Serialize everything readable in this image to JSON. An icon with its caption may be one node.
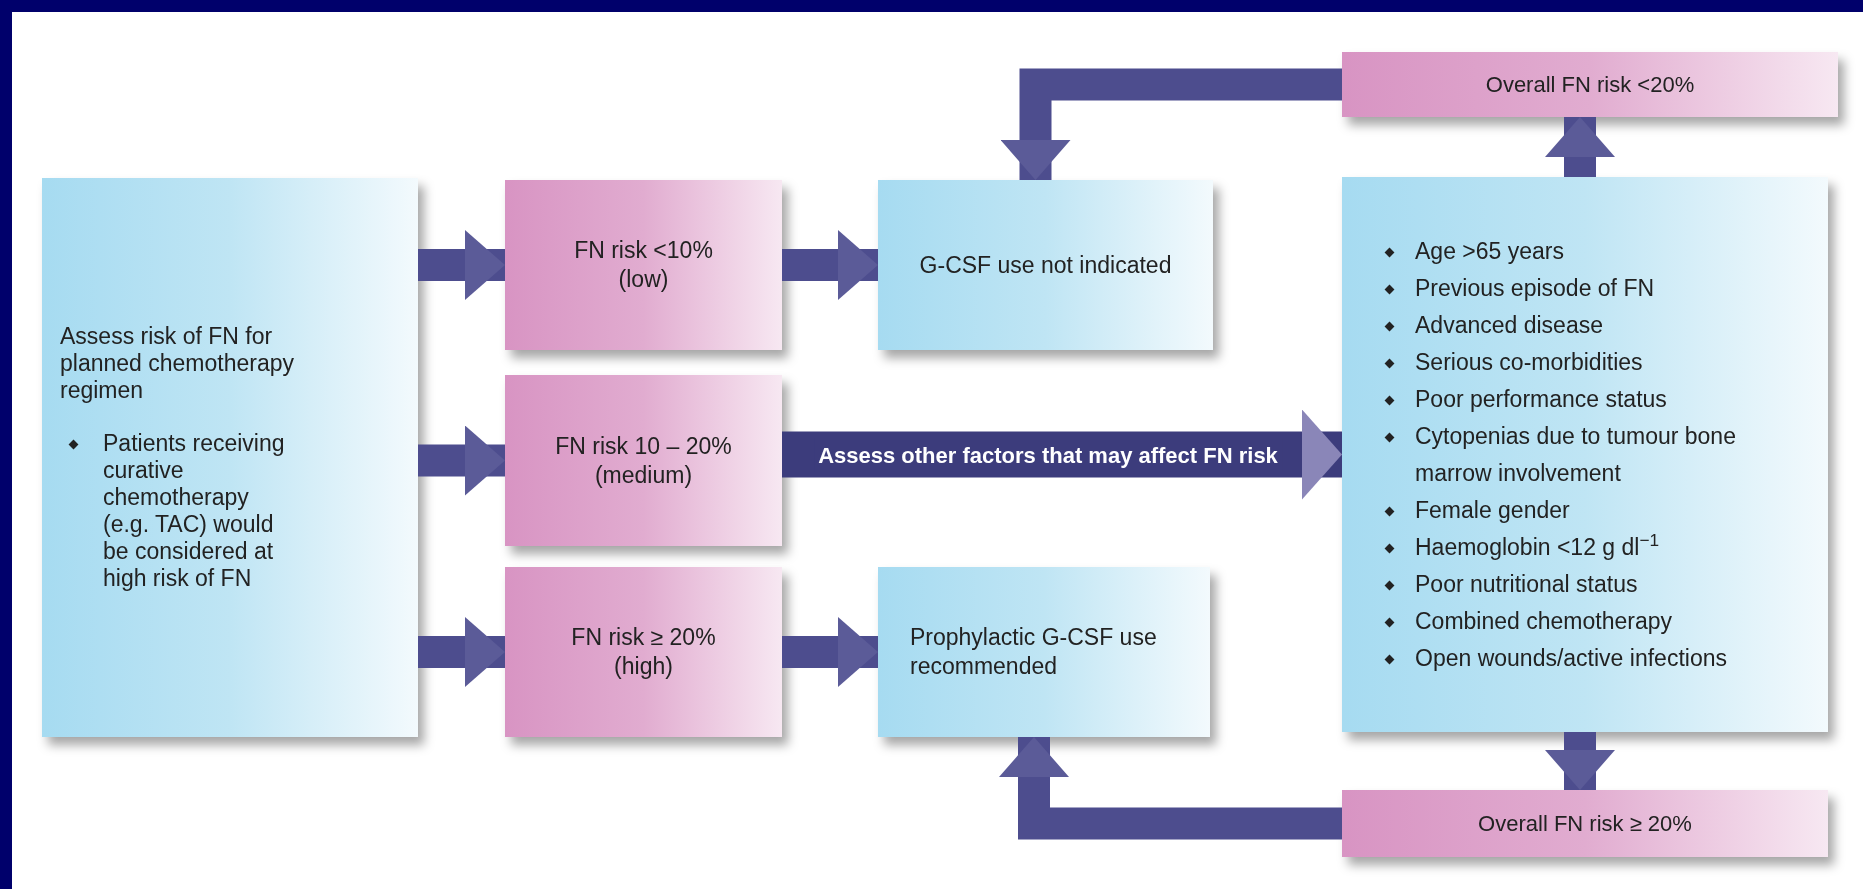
{
  "diagram": {
    "nodes": [
      {
        "text": [
          "Assess risk of FN for planned chemotherapy regimen",
          "Patients receiving curative chemotherapy (e.g. TAC) would be considered at high risk of FN"
        ]
      },
      {
        "text": [
          "FN risk <10%",
          "(low)"
        ]
      },
      {
        "text": [
          "FN risk 10 – 20%",
          "(medium)"
        ]
      },
      {
        "text": [
          "FN risk ≥ 20%",
          "(high)"
        ]
      },
      {
        "text": [
          "G-CSF use not indicated"
        ]
      },
      {
        "text": [
          "Prophylactic G-CSF use recommended"
        ]
      },
      {
        "text": [
          "Age >65 years",
          "Previous episode of FN",
          "Advanced disease",
          "Serious co-morbidities",
          "Poor performance status",
          "Cytopenias due to tumour bone marrow involvement",
          "Female gender",
          "Haemoglobin <12 g dl$^{−1}$",
          "Poor nutritional status",
          "Combined chemotherapy",
          "Open wounds/active infections"
        ]
      },
      {
        "text": [
          "Overall FN risk <20%"
        ]
      },
      {
        "text": [
          "Overall FN risk ≥ 20%"
        ]
      }
    ],
    "edges": [
      {
        "from": 0,
        "to": 1,
        "arrow": "to"
      },
      {
        "from": 0,
        "to": 2,
        "arrow": "to"
      },
      {
        "from": 0,
        "to": 3,
        "arrow": "to"
      },
      {
        "from": 1,
        "to": 4,
        "arrow": "to"
      },
      {
        "from": 3,
        "to": 5,
        "arrow": "to"
      },
      {
        "from": 2,
        "to": 6,
        "arrow": "to",
        "label": "Assess other factors that may affect FN risk"
      },
      {
        "from": 6,
        "to": 7,
        "arrow": "to"
      },
      {
        "from": 6,
        "to": 8,
        "arrow": "to"
      },
      {
        "from": 7,
        "to": 4,
        "arrow": "to"
      },
      {
        "from": 8,
        "to": 5,
        "arrow": "to"
      }
    ]
  }
}
